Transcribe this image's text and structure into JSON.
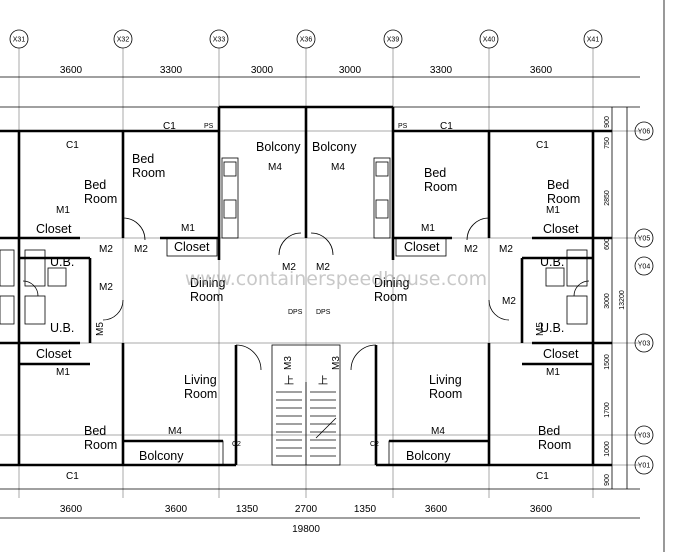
{
  "watermark": "www.containerspeedhouse.com",
  "grid_axes_top": [
    "X31",
    "X32",
    "X33",
    "X36",
    "X39",
    "X40",
    "X41"
  ],
  "grid_axes_right": [
    "Y06",
    "Y05",
    "Y04",
    "Y03",
    "Y03",
    "Y01"
  ],
  "dims_top": [
    "3600",
    "3300",
    "3000",
    "3000",
    "3300",
    "3600"
  ],
  "dims_bottom": [
    "3600",
    "3600",
    "1350",
    "2700",
    "1350",
    "3600",
    "3600"
  ],
  "dim_total_bottom": "19800",
  "dims_right": [
    "900",
    "750",
    "2850",
    "600",
    "3000",
    "1500",
    "1700",
    "1000",
    "900"
  ],
  "dim_total_right": "13200",
  "rooms": {
    "bed_room": [
      "Bed",
      "Room"
    ],
    "dining_room": [
      "Dining",
      "Room"
    ],
    "living_room": [
      "Living",
      "Room"
    ],
    "balcony": "Bolcony",
    "closet": "Closet",
    "ub": "U.B."
  },
  "tags": {
    "c1": "C1",
    "c2": "C2",
    "m1": "M1",
    "m2": "M2",
    "m3": "M3",
    "m4": "M4",
    "m5": "M5",
    "ps": "PS",
    "dps": "DPS",
    "stair_up": "上"
  }
}
